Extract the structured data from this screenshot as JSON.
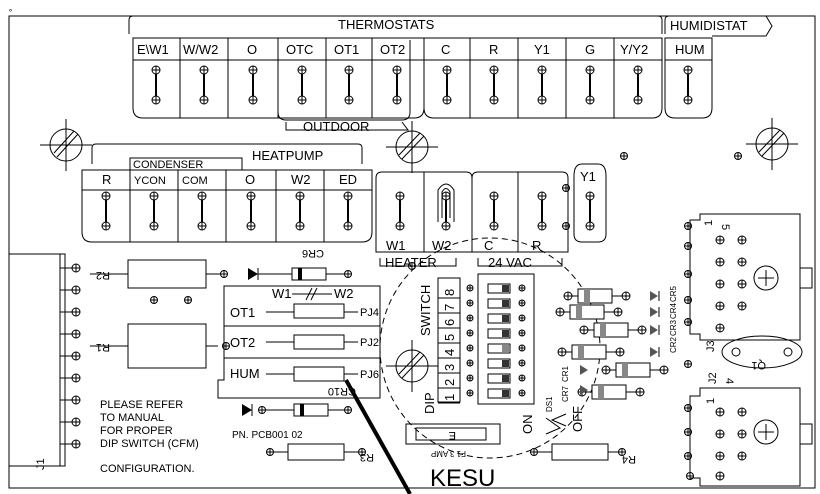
{
  "headers": {
    "thermostats": "THERMOSTATS",
    "humidistat": "HUMIDISTAT",
    "outdoor": "OUTDOOR",
    "condenser": "CONDENSER",
    "heatpump": "HEATPUMP",
    "heater": "HEATER",
    "vac": "24 VAC"
  },
  "thermostat_terminals": [
    "E\\W1",
    "W/W2",
    "O",
    "OTC",
    "OT1",
    "OT2",
    "C",
    "R",
    "Y1",
    "G",
    "Y/Y2"
  ],
  "humidistat_terminal": "HUM",
  "heatpump_terminals": [
    "R",
    "YCON",
    "COM",
    "O",
    "W2",
    "ED"
  ],
  "heater_terminals": [
    "W1",
    "W2"
  ],
  "vac_terminals": [
    "C",
    "R"
  ],
  "y1_terminal": "Y1",
  "jumpers": {
    "w1_w2": "W1",
    "w2": "W2",
    "ot1": "OT1",
    "ot2": "OT2",
    "hum": "HUM",
    "pj4": "PJ4",
    "pj2": "PJ2",
    "pj6": "PJ6"
  },
  "dip": {
    "switch_label": "SWITCH",
    "dip_label": "DIP",
    "numbers": [
      "8",
      "7",
      "6",
      "5",
      "4",
      "3",
      "2",
      "1"
    ],
    "on": "ON",
    "off": "OFF",
    "ds1": "DS1"
  },
  "components": {
    "r1": "R1",
    "r2": "R2",
    "r3": "R3",
    "r4": "R4",
    "cr6": "CR6",
    "cr10": "CR10",
    "fuse": "F1 3 AMP",
    "j1": "J1",
    "j2": "J2",
    "j3": "J3",
    "q1": "Q1",
    "c4": "4",
    "c5": "5",
    "c1a": "1",
    "c1b": "1",
    "cr_right": [
      "CR5",
      "CR4",
      "CR3",
      "CR2"
    ],
    "cr_lower": [
      "CR1",
      "CR7"
    ]
  },
  "notes": {
    "line1": "PLEASE REFER",
    "line2": "TO MANUAL",
    "line3": "FOR PROPER",
    "line4": "DIP SWITCH   (CFM)",
    "line5": "CONFIGURATION.",
    "part_number": "PN. PCB001 02"
  },
  "brand": "KESU"
}
